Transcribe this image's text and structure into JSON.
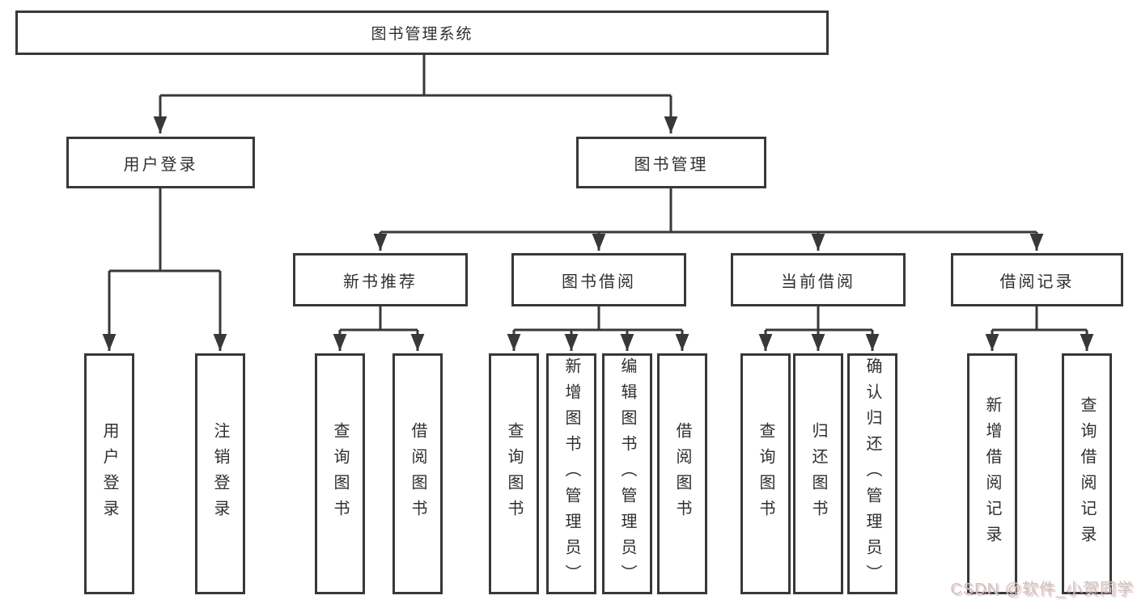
{
  "colors": {
    "line": "#383838",
    "text": "#2f2f2f",
    "box_background": "#ffffff",
    "watermark": "#c6c6c6"
  },
  "tree": {
    "root": {
      "label": "图书管理系统"
    },
    "user_login": {
      "label": "用户登录",
      "children": [
        {
          "label": "用户登录"
        },
        {
          "label": "注销登录"
        }
      ]
    },
    "book_management": {
      "label": "图书管理",
      "children": [
        {
          "label": "新书推荐",
          "children": [
            {
              "label": "查询图书"
            },
            {
              "label": "借阅图书"
            }
          ]
        },
        {
          "label": "图书借阅",
          "children": [
            {
              "label": "查询图书"
            },
            {
              "label": "新增图书（管理员）"
            },
            {
              "label": "编辑图书（管理员）"
            },
            {
              "label": "借阅图书"
            }
          ]
        },
        {
          "label": "当前借阅",
          "children": [
            {
              "label": "查询图书"
            },
            {
              "label": "归还图书"
            },
            {
              "label": "确认归还（管理员）"
            }
          ]
        },
        {
          "label": "借阅记录",
          "children": [
            {
              "label": "新增借阅记录"
            },
            {
              "label": "查询借阅记录"
            }
          ]
        }
      ]
    }
  },
  "watermark": {
    "text": "CSDN @软件_小贺同学"
  }
}
